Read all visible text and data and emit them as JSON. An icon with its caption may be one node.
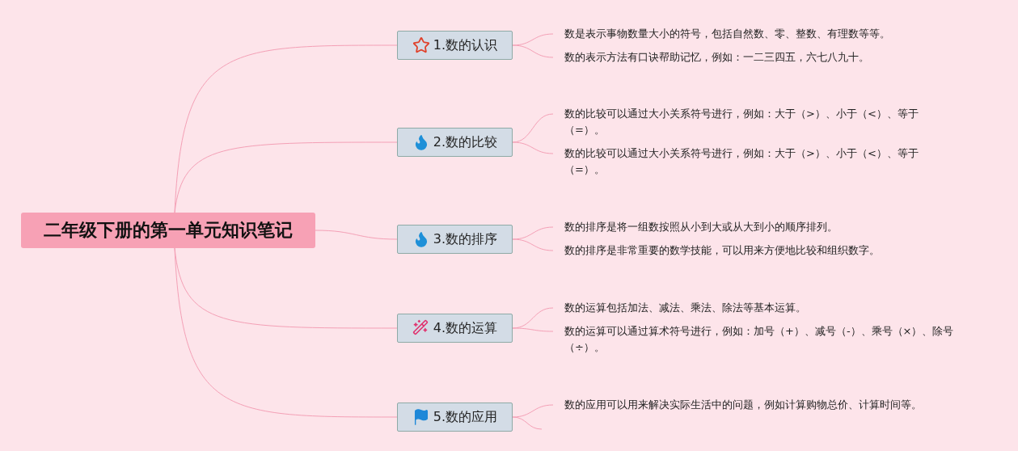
{
  "diagram": {
    "nodes": [
      {
        "text": [
          "二年级下册的第一单元知识笔记"
        ]
      },
      {
        "text": [
          "1.数的认识"
        ]
      },
      {
        "text": [
          "2.数的比较"
        ]
      },
      {
        "text": [
          "3.数的排序"
        ]
      },
      {
        "text": [
          "4.数的运算"
        ]
      },
      {
        "text": [
          "5.数的应用"
        ]
      },
      {
        "text": [
          "数是表示事物数量大小的符号，包括自然数、零、整数、有理数等等。"
        ]
      },
      {
        "text": [
          "数的表示方法有口诀帮助记忆，例如：一二三四五，六七八九十。"
        ]
      },
      {
        "text": [
          "数的比较可以通过大小关系符号进行，例如：大于（>）、小于（<）、等于（=）。"
        ]
      },
      {
        "text": [
          "数的比较可以通过大小关系符号进行，例如：大于（>）、小于（<）、等于（=）。"
        ]
      },
      {
        "text": [
          "数的排序是将一组数按照从小到大或从大到小的顺序排列。"
        ]
      },
      {
        "text": [
          "数的排序是非常重要的数学技能，可以用来方便地比较和组织数字。"
        ]
      },
      {
        "text": [
          "数的运算包括加法、减法、乘法、除法等基本运算。"
        ]
      },
      {
        "text": [
          "数的运算可以通过算术符号进行，例如：加号（+）、减号（-）、乘号（×）、除号（÷）。"
        ]
      },
      {
        "text": [
          "数的应用可以用来解决实际生活中的问题，例如计算购物总价、计算时间等。"
        ]
      }
    ],
    "edges": [
      {
        "from": 0,
        "to": 1,
        "arrow": "none"
      },
      {
        "from": 0,
        "to": 2,
        "arrow": "none"
      },
      {
        "from": 0,
        "to": 3,
        "arrow": "none"
      },
      {
        "from": 0,
        "to": 4,
        "arrow": "none"
      },
      {
        "from": 0,
        "to": 5,
        "arrow": "none"
      },
      {
        "from": 1,
        "to": 6,
        "arrow": "none"
      },
      {
        "from": 1,
        "to": 7,
        "arrow": "none"
      },
      {
        "from": 2,
        "to": 8,
        "arrow": "none"
      },
      {
        "from": 2,
        "to": 9,
        "arrow": "none"
      },
      {
        "from": 3,
        "to": 10,
        "arrow": "none"
      },
      {
        "from": 3,
        "to": 11,
        "arrow": "none"
      },
      {
        "from": 4,
        "to": 12,
        "arrow": "none"
      },
      {
        "from": 4,
        "to": 13,
        "arrow": "none"
      },
      {
        "from": 5,
        "to": 14,
        "arrow": "none"
      },
      {
        "from": 5,
        "to": null,
        "arrow": "none"
      }
    ]
  }
}
